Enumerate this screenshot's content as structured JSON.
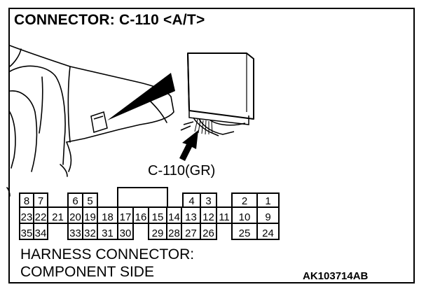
{
  "title": "CONNECTOR: C-110 <A/T>",
  "callout_label": "C-110(GR)",
  "caption_line1": "HARNESS CONNECTOR:",
  "caption_line2": "COMPONENT SIDE",
  "figure_code": "AK103714AB",
  "pins": {
    "row1": [
      "8",
      "7",
      "6",
      "5",
      "4",
      "3",
      "2",
      "1"
    ],
    "row2": [
      "23",
      "22",
      "21",
      "20",
      "19",
      "18",
      "17",
      "16",
      "15",
      "14",
      "13",
      "12",
      "11",
      "10",
      "9"
    ],
    "row3": [
      "35",
      "34",
      "33",
      "32",
      "31",
      "30",
      "29",
      "28",
      "27",
      "26",
      "25",
      "24"
    ]
  }
}
